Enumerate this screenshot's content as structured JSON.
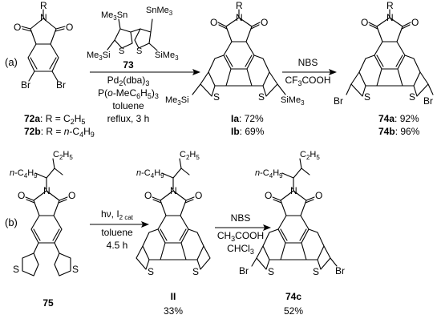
{
  "panel_a": {
    "label": "(a)",
    "sm_n_sub": "R",
    "sm_o": "O",
    "sm_br": "Br",
    "sm_caption_a": "72a",
    "sm_caption_a_rest": ": R = C",
    "sm_caption_a_sub1": "2",
    "sm_caption_a_h": "H",
    "sm_caption_a_sub2": "5",
    "sm_caption_b": "72b",
    "sm_caption_b_rest1": ": R = ",
    "sm_caption_b_n": "n",
    "sm_caption_b_rest2": "-C",
    "sm_caption_b_sub1": "4",
    "sm_caption_b_h": "H",
    "sm_caption_b_sub2": "9",
    "reagent_me3sn": "Me",
    "reagent_me3sn_sub": "3",
    "reagent_sn": "Sn",
    "reagent_snme3": "SnMe",
    "reagent_snme3_sub": "3",
    "reagent_me3si": "Me",
    "reagent_me3si_sub": "3",
    "reagent_si": "Si",
    "reagent_sime3": "SiMe",
    "reagent_sime3_sub": "3",
    "reagent_s": "S",
    "reagent_num": "73",
    "cond_catalyst": "Pd",
    "cond_catalyst_sub1": "2",
    "cond_catalyst_rest": "(dba)",
    "cond_catalyst_sub2": "3",
    "cond_ligand_a": "P(",
    "cond_ligand_o": "o",
    "cond_ligand_b": "-MeC",
    "cond_ligand_sub1": "6",
    "cond_ligand_h": "H",
    "cond_ligand_sub2": "5",
    "cond_ligand_c": ")",
    "cond_ligand_sub3": "3",
    "cond_solvent": "toluene",
    "cond_temp": "reflux, 3 h",
    "int_me3si": "Me",
    "int_me3si_sub": "3",
    "int_si": "Si",
    "int_sime3": "SiMe",
    "int_sime3_sub": "3",
    "int_yield_a_label": "Ia",
    "int_yield_a": ": 72%",
    "int_yield_b_label": "Ib",
    "int_yield_b": ": 69%",
    "step2_reagent": "NBS",
    "step2_acid": "CF",
    "step2_acid_sub": "3",
    "step2_acid_rest": "COOH",
    "prod_br": "Br",
    "prod_yield_a_label": "74a",
    "prod_yield_a": ": 92%",
    "prod_yield_b_label": "74b",
    "prod_yield_b": ": 96%"
  },
  "panel_b": {
    "label": "(b)",
    "ethyl_c": "C",
    "ethyl_sub1": "2",
    "ethyl_h": "H",
    "ethyl_sub2": "5",
    "butyl_n": "n",
    "butyl_rest": "-C",
    "butyl_sub1": "4",
    "butyl_h": "H",
    "butyl_sub2": "9",
    "n_atom": "N",
    "o_atom": "O",
    "s_atom": "S",
    "br_atom": "Br",
    "sm_num": "75",
    "cond1_light": "hν, I",
    "cond1_light_sub": "2 cat",
    "cond1_solvent": "toluene",
    "cond1_time": "4.5 h",
    "int_num": "II",
    "int_yield": "33%",
    "cond2_reagent": "NBS",
    "cond2_acid": "CH",
    "cond2_acid_sub": "3",
    "cond2_acid_rest": "COOH",
    "cond2_solvent": "CHCl",
    "cond2_solvent_sub": "3",
    "prod_num": "74c",
    "prod_yield": "52%"
  }
}
